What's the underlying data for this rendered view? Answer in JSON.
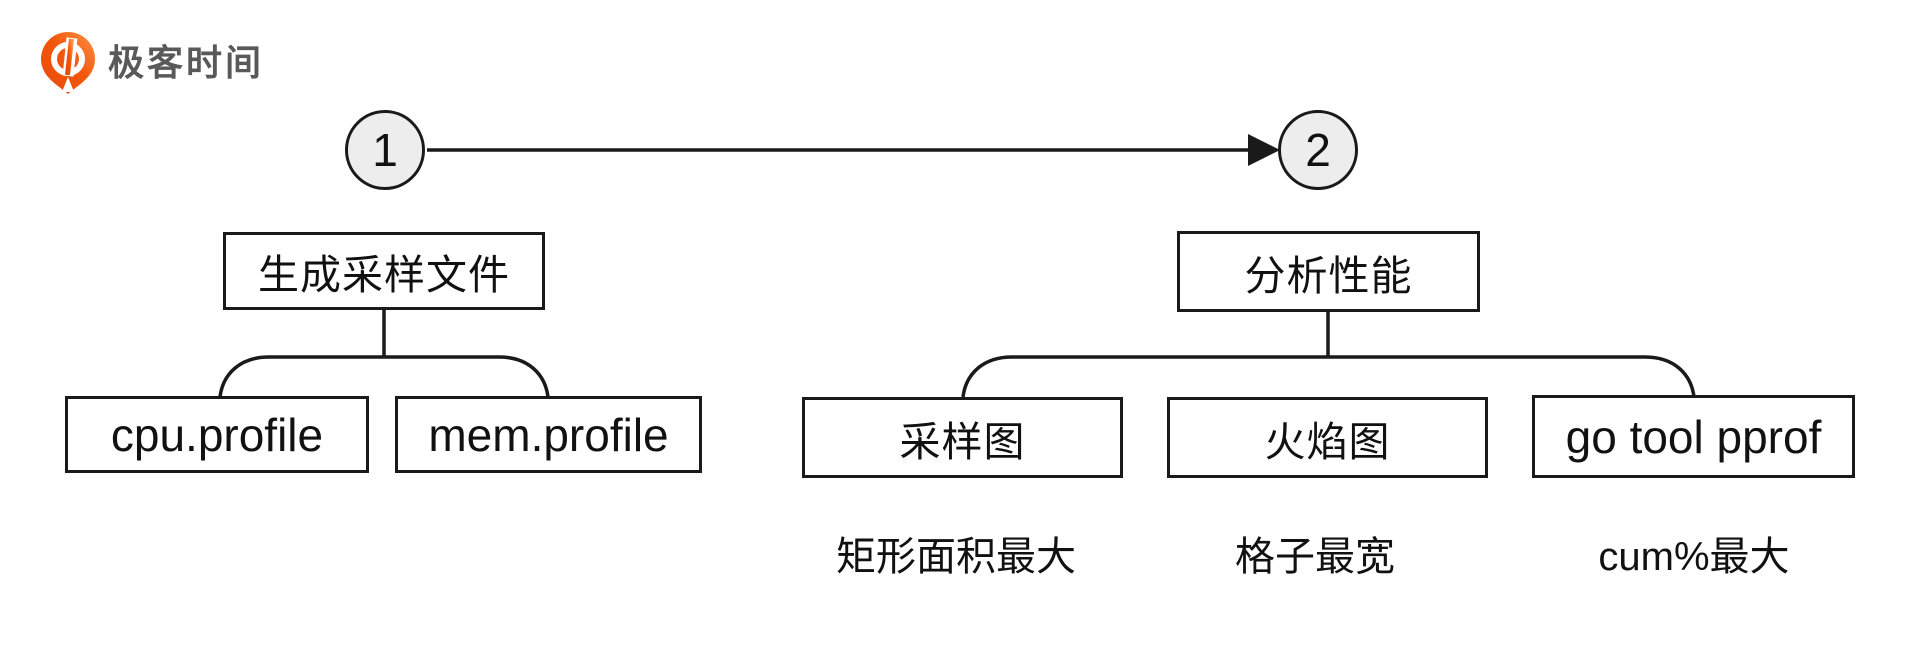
{
  "logo": {
    "brand": "极客时间",
    "brand_color": "#595959",
    "icon_color": "#F2570C"
  },
  "diagram": {
    "steps": [
      {
        "label": "1"
      },
      {
        "label": "2"
      }
    ],
    "left_tree": {
      "root": "生成采样文件",
      "children": [
        "cpu.profile",
        "mem.profile"
      ]
    },
    "right_tree": {
      "root": "分析性能",
      "children": [
        "采样图",
        "火焰图",
        "go tool pprof"
      ],
      "notes": [
        "矩形面积最大",
        "格子最宽",
        "cum%最大"
      ]
    },
    "colors": {
      "line": "#1a1a1a",
      "circle_fill": "#ededed",
      "box_fill": "#ffffff",
      "text": "#111111"
    }
  }
}
